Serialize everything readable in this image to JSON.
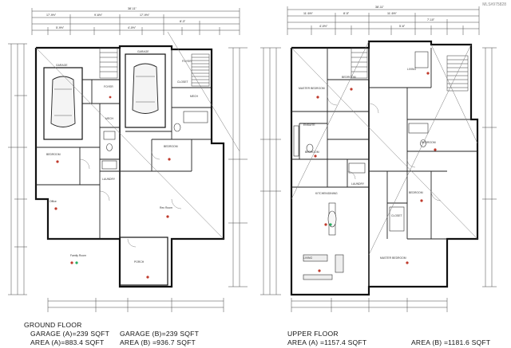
{
  "watermark": "MLS#975828",
  "ground_floor": {
    "title": "GROUND FLOOR",
    "garage_a": "GARAGE (A)=239 SQFT",
    "area_a": "AREA (A)=883.4 SQFT",
    "garage_b": "GARAGE (B)=239 SQFT",
    "area_b": "AREA (B) =936.7 SQFT",
    "top_dim": "38'-11\"",
    "rooms": {
      "garage": "GARAGE",
      "foyer": "FOYER",
      "closet": "CLOSET",
      "mech": "MECH",
      "bedroom": "BEDROOM",
      "laundry": "LAUNDRY",
      "office": "Office",
      "rec_room": "Rec Room",
      "family": "Family Room",
      "porch": "PORCH"
    }
  },
  "upper_floor": {
    "title": "UPPER FLOOR",
    "area_a": "AREA (A) =1157.4 SQFT",
    "area_b": "AREA (B) =1181.6 SQFT",
    "top_dim": "38'-11\"",
    "rooms": {
      "master": "MASTER BEDROOM",
      "bedroom": "BEDROOM",
      "ensuite": "ENSUITE",
      "kitchen": "KITCHEN/DINING",
      "living": "LIVING",
      "laundry": "LAUNDRY",
      "closet": "CLOSET"
    }
  }
}
